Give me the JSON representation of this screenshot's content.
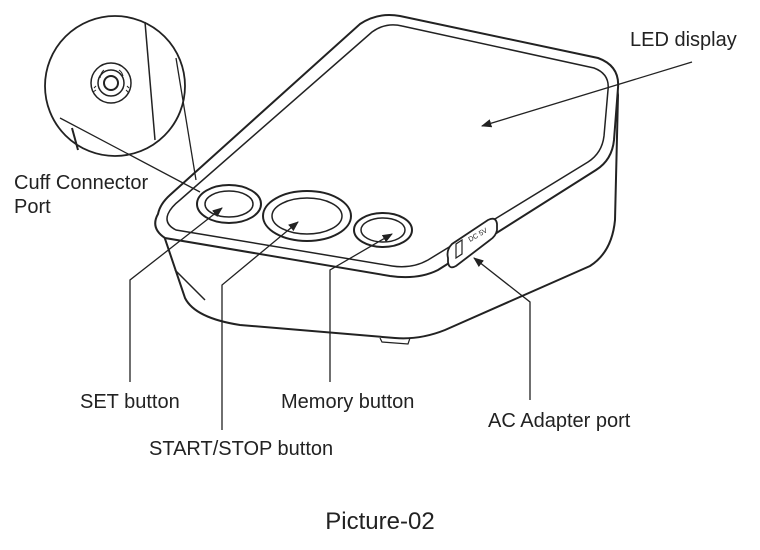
{
  "labels": {
    "led_display": "LED display",
    "cuff_connector_line1": "Cuff Connector",
    "cuff_connector_line2": "Port",
    "set_button": "SET button",
    "memory_button": "Memory button",
    "start_stop_button": "START/STOP button",
    "ac_adapter_port": "AC Adapter port"
  },
  "caption": "Picture-02",
  "port_marking": "DC 5V"
}
